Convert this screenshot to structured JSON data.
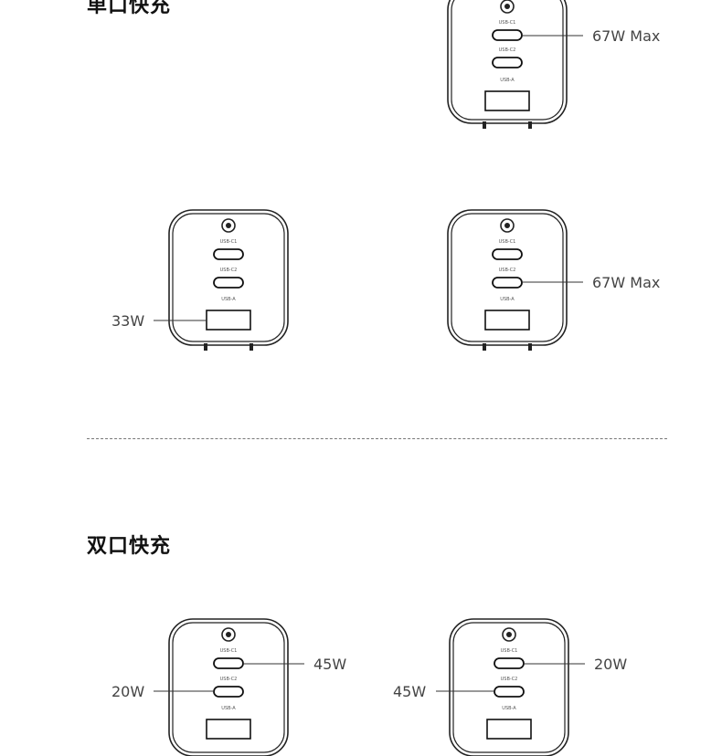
{
  "sections": {
    "single": {
      "title": "单口快充"
    },
    "dual": {
      "title": "双口快充"
    }
  },
  "port_labels": {
    "usb_c1": "USB-C1",
    "usb_c2": "USB-C2",
    "usb_a": "USB-A"
  },
  "chargers": [
    {
      "id": "single-c1",
      "callout": "67W Max",
      "port": "USB-C1"
    },
    {
      "id": "single-a",
      "callout": "33W",
      "port": "USB-A"
    },
    {
      "id": "single-c2",
      "callout": "67W Max",
      "port": "USB-C2"
    },
    {
      "id": "dual-a",
      "callouts": {
        "c1": "45W",
        "c2": "20W"
      }
    },
    {
      "id": "dual-b",
      "callouts": {
        "c1": "20W",
        "c2": "45W"
      }
    }
  ],
  "colors": {
    "line": "#222222",
    "text": "#444444",
    "heading": "#111111"
  }
}
